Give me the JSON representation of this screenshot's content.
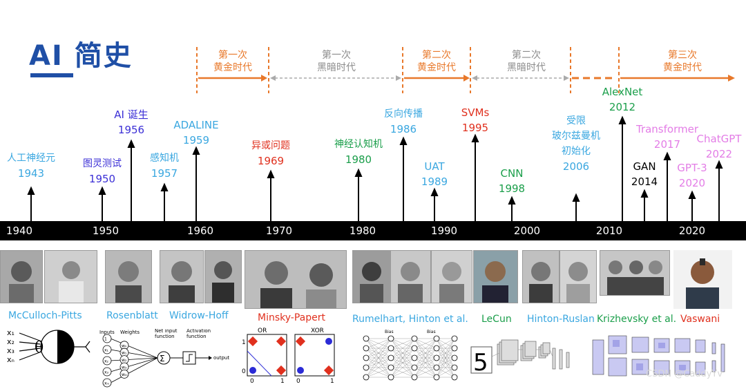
{
  "title": "AI 简史",
  "colors": {
    "title": "#1f4fa6",
    "gold": "#e8782a",
    "dark_era": "#8c8c8c",
    "light_blue": "#3aa7e0",
    "indigo": "#3b2fd6",
    "red": "#e0301e",
    "green": "#1a9e4a",
    "pink": "#e37de6",
    "black": "#000000"
  },
  "eras": [
    {
      "line1": "第一次",
      "line2": "黄金时代",
      "tone": "gold"
    },
    {
      "line1": "第一次",
      "line2": "黑暗时代",
      "tone": "dark"
    },
    {
      "line1": "第二次",
      "line2": "黄金时代",
      "tone": "gold"
    },
    {
      "line1": "第二次",
      "line2": "黑暗时代",
      "tone": "dark"
    },
    {
      "line1": "第三次",
      "line2": "黄金时代",
      "tone": "gold"
    }
  ],
  "events": [
    {
      "label": "人工神经元",
      "year": "1943",
      "color": "#3aa7e0"
    },
    {
      "label": "图灵测试",
      "year": "1950",
      "color": "#3b2fd6"
    },
    {
      "label": "AI 诞生",
      "year": "1956",
      "color": "#3b2fd6"
    },
    {
      "label": "感知机",
      "year": "1957",
      "color": "#3aa7e0"
    },
    {
      "label": "ADALINE",
      "year": "1959",
      "color": "#3aa7e0"
    },
    {
      "label": "异或问题",
      "year": "1969",
      "color": "#e0301e"
    },
    {
      "label": "神经认知机",
      "year": "1980",
      "color": "#1a9e4a"
    },
    {
      "label": "反向传播",
      "year": "1986",
      "color": "#3aa7e0"
    },
    {
      "label": "UAT",
      "year": "1989",
      "color": "#3aa7e0"
    },
    {
      "label": "SVMs",
      "year": "1995",
      "color": "#e0301e"
    },
    {
      "label": "CNN",
      "year": "1998",
      "color": "#1a9e4a"
    },
    {
      "label": "受限\n玻尔兹曼机\n初始化",
      "year": "2006",
      "color": "#3aa7e0"
    },
    {
      "label": "AlexNet",
      "year": "2012",
      "color": "#1a9e4a"
    },
    {
      "label": "GAN",
      "year": "2014",
      "color": "#000000"
    },
    {
      "label": "Transformer",
      "year": "2017",
      "color": "#e37de6"
    },
    {
      "label": "GPT-3",
      "year": "2020",
      "color": "#e37de6"
    },
    {
      "label": "ChatGPT",
      "year": "2022",
      "color": "#e37de6"
    }
  ],
  "decades": [
    "1940",
    "1950",
    "1960",
    "1970",
    "1980",
    "1990",
    "2000",
    "2010",
    "2020"
  ],
  "people": [
    {
      "name": "McCulloch-Pitts",
      "color": "#3aa7e0"
    },
    {
      "name": "Rosenblatt",
      "color": "#3aa7e0"
    },
    {
      "name": "Widrow-Hoff",
      "color": "#3aa7e0"
    },
    {
      "name": "Minsky-Papert",
      "color": "#e0301e"
    },
    {
      "name": "Rumelhart, Hinton et al.",
      "color": "#3aa7e0"
    },
    {
      "name": "LeCun",
      "color": "#1a9e4a"
    },
    {
      "name": "Hinton-Ruslan",
      "color": "#3aa7e0"
    },
    {
      "name": "Krizhevsky et al.",
      "color": "#1a9e4a"
    },
    {
      "name": "Vaswani",
      "color": "#e0301e"
    }
  ],
  "figures": {
    "mcp": {
      "inputs": [
        "x₁",
        "x₂",
        "x₃",
        "xₙ"
      ],
      "symbol": "θ"
    },
    "perceptron": {
      "inputs_label": "Inputs",
      "weights_label": "Weights",
      "net_label": "Net input\nfunction",
      "act_label": "Activation\nfunction",
      "output_label": "output",
      "nodes": [
        "1",
        "x₁",
        "x₂",
        "x₃",
        "xₘ"
      ],
      "weights": [
        "w₀",
        "w₁",
        "w₂",
        "w₃",
        "wₘ"
      ],
      "sum_symbol": "Σ"
    },
    "xor": {
      "or_label": "OR",
      "xor_label": "XOR",
      "axis_ticks": [
        "0",
        "1"
      ]
    },
    "mlp": {
      "bias_label": "Bias"
    },
    "lenet": {
      "digit": "5"
    }
  },
  "watermark": "CSDN @CaddyYv"
}
